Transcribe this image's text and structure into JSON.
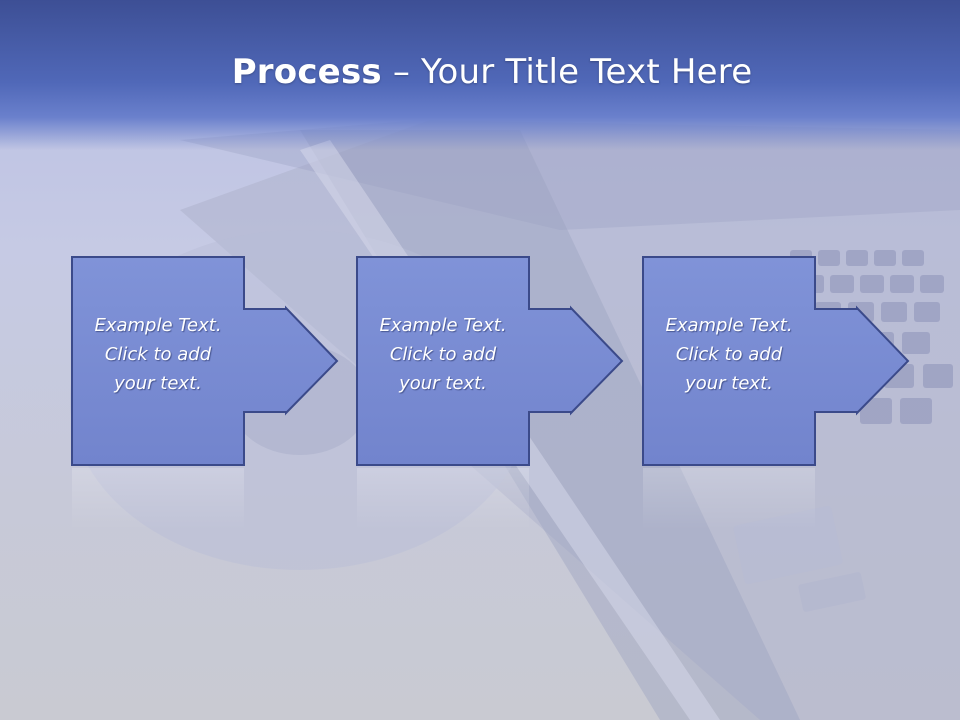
{
  "slide": {
    "title_bold": "Process",
    "title_rest": " – Your Title Text Here"
  },
  "steps": [
    {
      "text": "Example Text.\nClick  to add\nyour text."
    },
    {
      "text": "Example Text.\nClick  to add\nyour text."
    },
    {
      "text": "Example Text.\nClick  to add\nyour text."
    }
  ],
  "colors": {
    "title_band": "#4f66b6",
    "box_fill": "#7e90d6",
    "box_stroke": "#3b4a8a",
    "background": "#c6cae0"
  }
}
